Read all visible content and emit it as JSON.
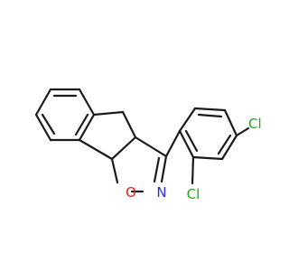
{
  "molecule": {
    "atoms": [
      {
        "label": "O",
        "color": "#e8201c"
      },
      {
        "label": "N",
        "color": "#2b2be0"
      },
      {
        "label": "Cl",
        "color": "#23a51e"
      },
      {
        "label": "Cl",
        "color": "#23a51e"
      }
    ],
    "bond_color": "#1a1a1a",
    "background": "#ffffff"
  }
}
